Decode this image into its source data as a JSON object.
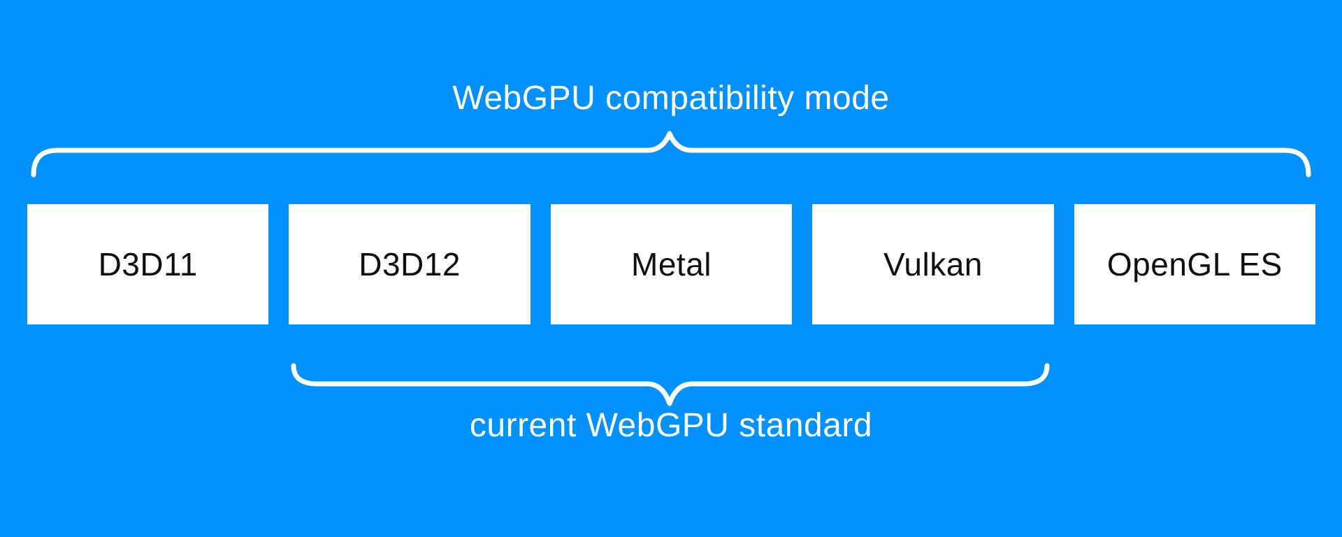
{
  "diagram": {
    "top_label": "WebGPU compatibility mode",
    "bottom_label": "current WebGPU standard",
    "colors": {
      "background": "#0091ff",
      "box_background": "#ffffff",
      "box_text": "#0f0f0f",
      "brace": "#ffffff",
      "label_text": "#ffffff"
    },
    "boxes": {
      "items": [
        {
          "label": "D3D11"
        },
        {
          "label": "D3D12"
        },
        {
          "label": "Metal"
        },
        {
          "label": "Vulkan"
        },
        {
          "label": "OpenGL ES"
        }
      ]
    },
    "grouping": {
      "top_brace_spans": "D3D11, D3D12, Metal, Vulkan, OpenGL ES",
      "bottom_brace_spans": "D3D12, Metal, Vulkan"
    }
  }
}
